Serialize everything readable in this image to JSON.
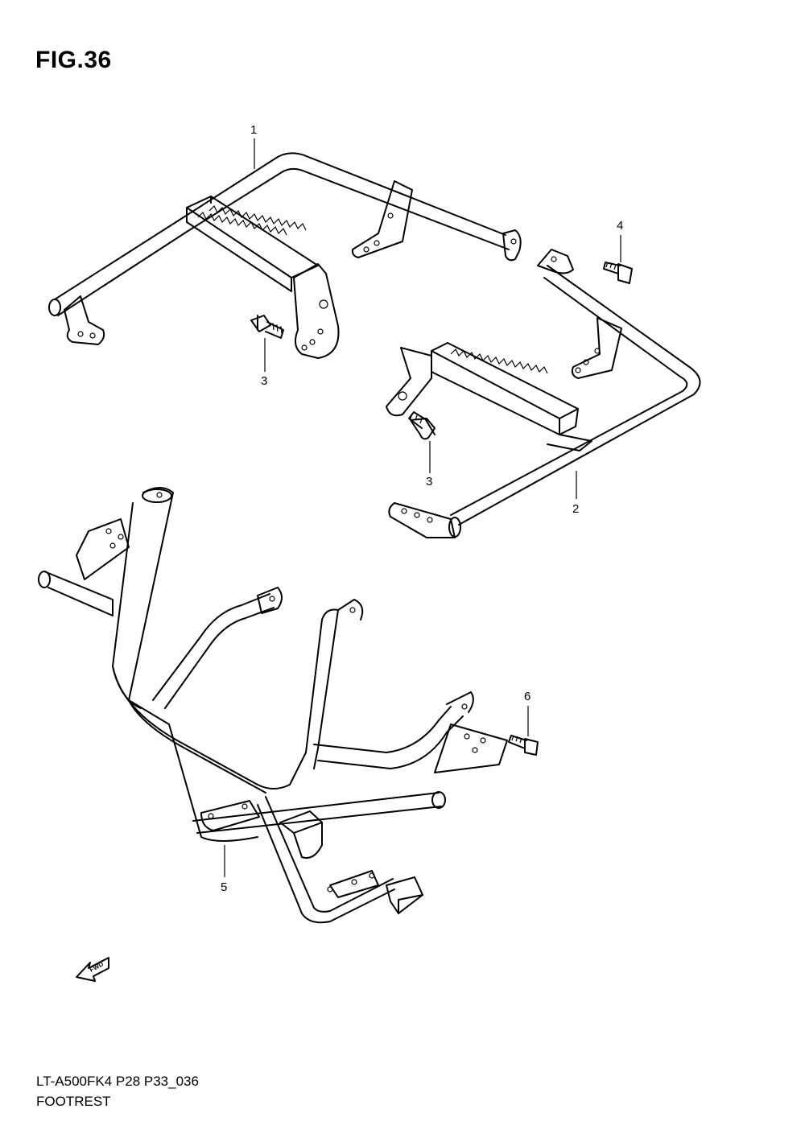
{
  "header": {
    "figure": "FIG.36"
  },
  "footer": {
    "model_code": "LT-A500FK4 P28 P33_036",
    "section_name": "FOOTREST"
  },
  "callouts": {
    "c1": "1",
    "c2": "2",
    "c3a": "3",
    "c3b": "3",
    "c4": "4",
    "c5": "5",
    "c6": "6"
  },
  "fwd_label": "FWD",
  "icons": {
    "fwd": "forward-arrow-icon"
  }
}
